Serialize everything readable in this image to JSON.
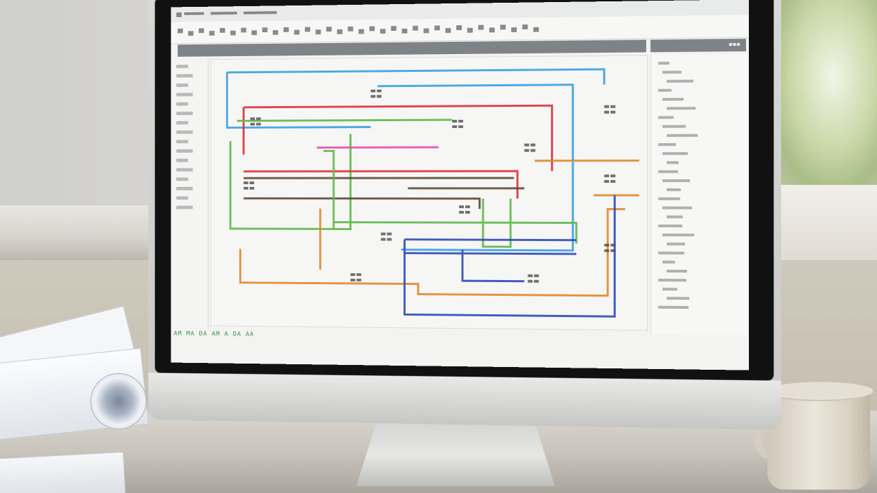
{
  "scene": {
    "description_items": [
      "monitor",
      "schematic-editor",
      "coffee-mug",
      "rolled-blueprints"
    ]
  },
  "app": {
    "side_panel_header": "▪▪▪",
    "status_text": "AM  MA DA AM A  DA AA"
  },
  "colors": {
    "wire_blue": "#3aa0e0",
    "wire_red": "#d9333b",
    "wire_green": "#62b84a",
    "wire_orange": "#e08a2c",
    "wire_pink": "#e64fb0",
    "wire_navy": "#2c4bb8",
    "wire_dark": "#5a4a3a"
  }
}
